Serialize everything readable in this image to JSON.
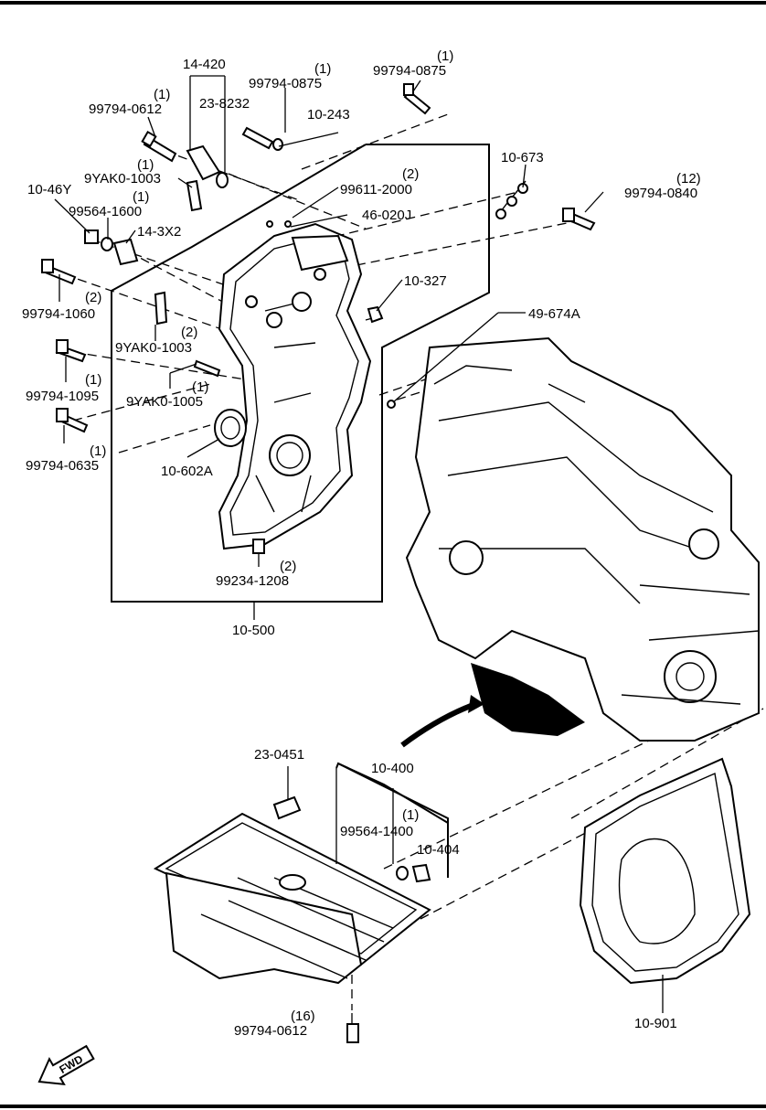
{
  "callouts": [
    {
      "id": "c1",
      "code": "14-420",
      "qty": ""
    },
    {
      "id": "c2",
      "code": "23-8232",
      "qty": ""
    },
    {
      "id": "c3",
      "code": "99794-0875",
      "qty": "(1)"
    },
    {
      "id": "c4",
      "code": "99794-0875",
      "qty": "(1)"
    },
    {
      "id": "c5",
      "code": "99794-0612",
      "qty": "(1)"
    },
    {
      "id": "c6",
      "code": "10-243",
      "qty": ""
    },
    {
      "id": "c7",
      "code": "9YAK0-1003",
      "qty": "(1)"
    },
    {
      "id": "c8",
      "code": "10-673",
      "qty": ""
    },
    {
      "id": "c9",
      "code": "99611-2000",
      "qty": "(2)"
    },
    {
      "id": "c10",
      "code": "99794-0840",
      "qty": "(12)"
    },
    {
      "id": "c11",
      "code": "10-46Y",
      "qty": ""
    },
    {
      "id": "c12",
      "code": "99564-1600",
      "qty": "(1)"
    },
    {
      "id": "c13",
      "code": "46-020J",
      "qty": ""
    },
    {
      "id": "c14",
      "code": "14-3X2",
      "qty": ""
    },
    {
      "id": "c15",
      "code": "10-327",
      "qty": ""
    },
    {
      "id": "c16",
      "code": "99794-1060",
      "qty": "(2)"
    },
    {
      "id": "c17",
      "code": "49-674A",
      "qty": ""
    },
    {
      "id": "c18",
      "code": "9YAK0-1003",
      "qty": "(2)"
    },
    {
      "id": "c19",
      "code": "99794-1095",
      "qty": "(1)"
    },
    {
      "id": "c20",
      "code": "9YAK0-1005",
      "qty": "(1)"
    },
    {
      "id": "c21",
      "code": "99794-0635",
      "qty": "(1)"
    },
    {
      "id": "c22",
      "code": "10-602A",
      "qty": ""
    },
    {
      "id": "c23",
      "code": "99234-1208",
      "qty": "(2)"
    },
    {
      "id": "c24",
      "code": "10-500",
      "qty": ""
    },
    {
      "id": "c25",
      "code": "23-0451",
      "qty": ""
    },
    {
      "id": "c26",
      "code": "10-400",
      "qty": ""
    },
    {
      "id": "c27",
      "code": "99564-1400",
      "qty": "(1)"
    },
    {
      "id": "c28",
      "code": "10-404",
      "qty": ""
    },
    {
      "id": "c29",
      "code": "99794-0612",
      "qty": "(16)"
    },
    {
      "id": "c30",
      "code": "10-901",
      "qty": ""
    }
  ],
  "direction_marker": {
    "label": "FWD",
    "icon": "forward-arrow-icon"
  },
  "colors": {
    "line": "#000000",
    "background": "#ffffff",
    "oil_pan_highlight": "#000000"
  }
}
